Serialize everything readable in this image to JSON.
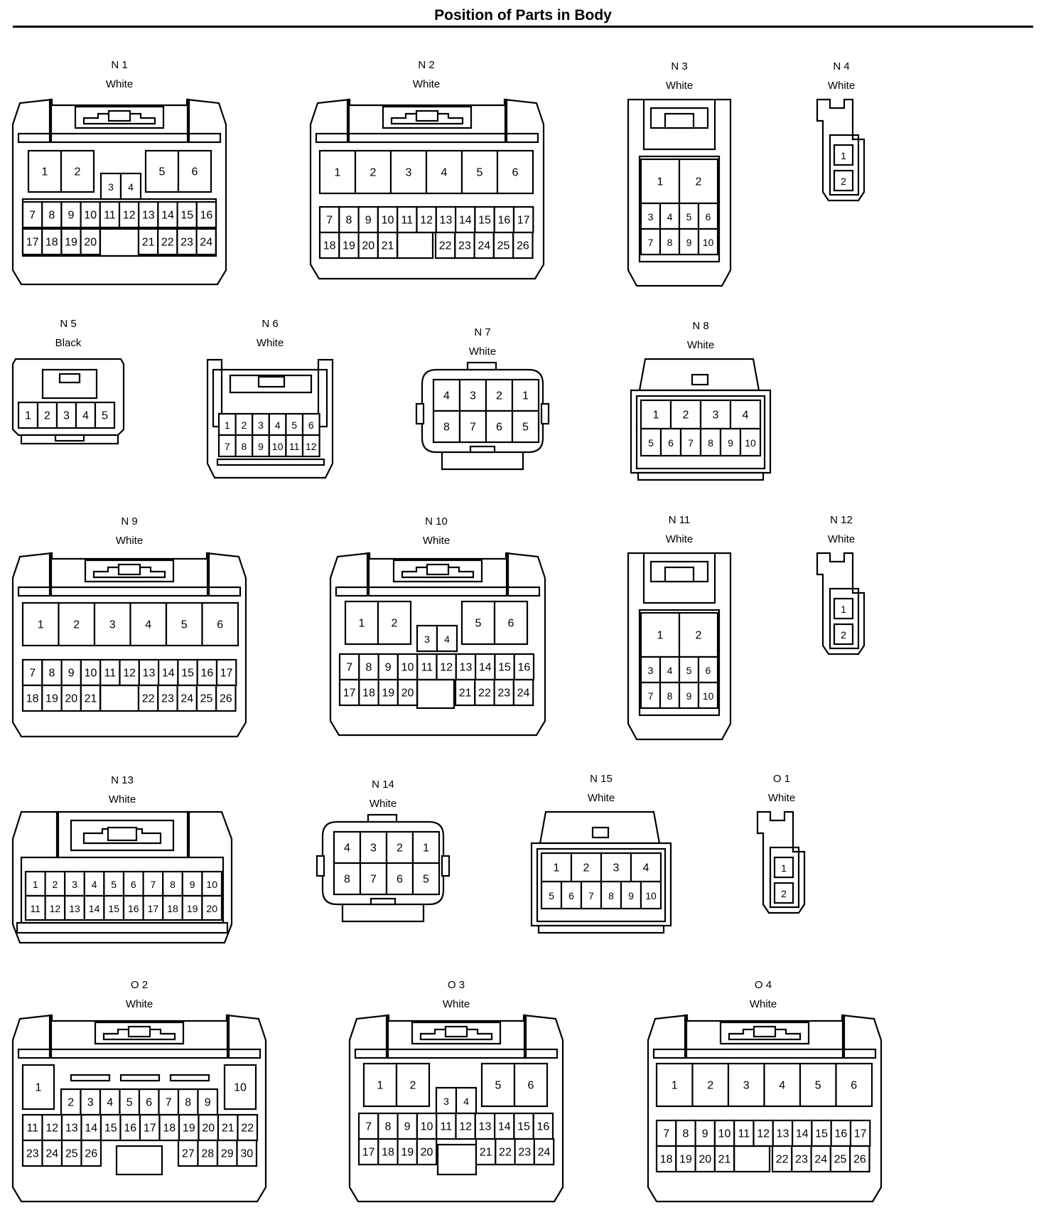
{
  "page": {
    "title": "Position of Parts in Body"
  },
  "connectors": [
    {
      "id": "N1",
      "code": "N 1",
      "color": "White",
      "pins": [
        "1",
        "2",
        "3",
        "4",
        "5",
        "6",
        "7",
        "8",
        "9",
        "10",
        "11",
        "12",
        "13",
        "14",
        "15",
        "16",
        "17",
        "18",
        "19",
        "20",
        "21",
        "22",
        "23",
        "24"
      ]
    },
    {
      "id": "N2",
      "code": "N 2",
      "color": "White",
      "pins": [
        "1",
        "2",
        "3",
        "4",
        "5",
        "6",
        "7",
        "8",
        "9",
        "10",
        "11",
        "12",
        "13",
        "14",
        "15",
        "16",
        "17",
        "18",
        "19",
        "20",
        "21",
        "22",
        "23",
        "24",
        "25",
        "26"
      ]
    },
    {
      "id": "N3",
      "code": "N 3",
      "color": "White",
      "pins": [
        "1",
        "2",
        "3",
        "4",
        "5",
        "6",
        "7",
        "8",
        "9",
        "10"
      ]
    },
    {
      "id": "N4",
      "code": "N 4",
      "color": "White",
      "pins": [
        "1",
        "2"
      ]
    },
    {
      "id": "N5",
      "code": "N 5",
      "color": "Black",
      "pins": [
        "1",
        "2",
        "3",
        "4",
        "5"
      ]
    },
    {
      "id": "N6",
      "code": "N 6",
      "color": "White",
      "pins": [
        "1",
        "2",
        "3",
        "4",
        "5",
        "6",
        "7",
        "8",
        "9",
        "10",
        "11",
        "12"
      ]
    },
    {
      "id": "N7",
      "code": "N 7",
      "color": "White",
      "pins": [
        "4",
        "3",
        "2",
        "1",
        "8",
        "7",
        "6",
        "5"
      ]
    },
    {
      "id": "N8",
      "code": "N 8",
      "color": "White",
      "pins": [
        "1",
        "2",
        "3",
        "4",
        "5",
        "6",
        "7",
        "8",
        "9",
        "10"
      ]
    },
    {
      "id": "N9",
      "code": "N 9",
      "color": "White",
      "pins": [
        "1",
        "2",
        "3",
        "4",
        "5",
        "6",
        "7",
        "8",
        "9",
        "10",
        "11",
        "12",
        "13",
        "14",
        "15",
        "16",
        "17",
        "18",
        "19",
        "20",
        "21",
        "22",
        "23",
        "24",
        "25",
        "26"
      ]
    },
    {
      "id": "N10",
      "code": "N 10",
      "color": "White",
      "pins": [
        "1",
        "2",
        "3",
        "4",
        "5",
        "6",
        "7",
        "8",
        "9",
        "10",
        "11",
        "12",
        "13",
        "14",
        "15",
        "16",
        "17",
        "18",
        "19",
        "20",
        "21",
        "22",
        "23",
        "24"
      ]
    },
    {
      "id": "N11",
      "code": "N 11",
      "color": "White",
      "pins": [
        "1",
        "2",
        "3",
        "4",
        "5",
        "6",
        "7",
        "8",
        "9",
        "10"
      ]
    },
    {
      "id": "N12",
      "code": "N 12",
      "color": "White",
      "pins": [
        "1",
        "2"
      ]
    },
    {
      "id": "N13",
      "code": "N 13",
      "color": "White",
      "pins": [
        "1",
        "2",
        "3",
        "4",
        "5",
        "6",
        "7",
        "8",
        "9",
        "10",
        "11",
        "12",
        "13",
        "14",
        "15",
        "16",
        "17",
        "18",
        "19",
        "20"
      ]
    },
    {
      "id": "N14",
      "code": "N 14",
      "color": "White",
      "pins": [
        "4",
        "3",
        "2",
        "1",
        "8",
        "7",
        "6",
        "5"
      ]
    },
    {
      "id": "N15",
      "code": "N 15",
      "color": "White",
      "pins": [
        "1",
        "2",
        "3",
        "4",
        "5",
        "6",
        "7",
        "8",
        "9",
        "10"
      ]
    },
    {
      "id": "O1",
      "code": "O 1",
      "color": "White",
      "pins": [
        "1",
        "2"
      ]
    },
    {
      "id": "O2",
      "code": "O 2",
      "color": "White",
      "pins": [
        "1",
        "2",
        "3",
        "4",
        "5",
        "6",
        "7",
        "8",
        "9",
        "10",
        "11",
        "12",
        "13",
        "14",
        "15",
        "16",
        "17",
        "18",
        "19",
        "20",
        "21",
        "22",
        "23",
        "24",
        "25",
        "26",
        "27",
        "28",
        "29",
        "30"
      ]
    },
    {
      "id": "O3",
      "code": "O 3",
      "color": "White",
      "pins": [
        "1",
        "2",
        "3",
        "4",
        "5",
        "6",
        "7",
        "8",
        "9",
        "10",
        "11",
        "12",
        "13",
        "14",
        "15",
        "16",
        "17",
        "18",
        "19",
        "20",
        "21",
        "22",
        "23",
        "24"
      ]
    },
    {
      "id": "O4",
      "code": "O 4",
      "color": "White",
      "pins": [
        "1",
        "2",
        "3",
        "4",
        "5",
        "6",
        "7",
        "8",
        "9",
        "10",
        "11",
        "12",
        "13",
        "14",
        "15",
        "16",
        "17",
        "18",
        "19",
        "20",
        "21",
        "22",
        "23",
        "24",
        "25",
        "26"
      ]
    }
  ]
}
